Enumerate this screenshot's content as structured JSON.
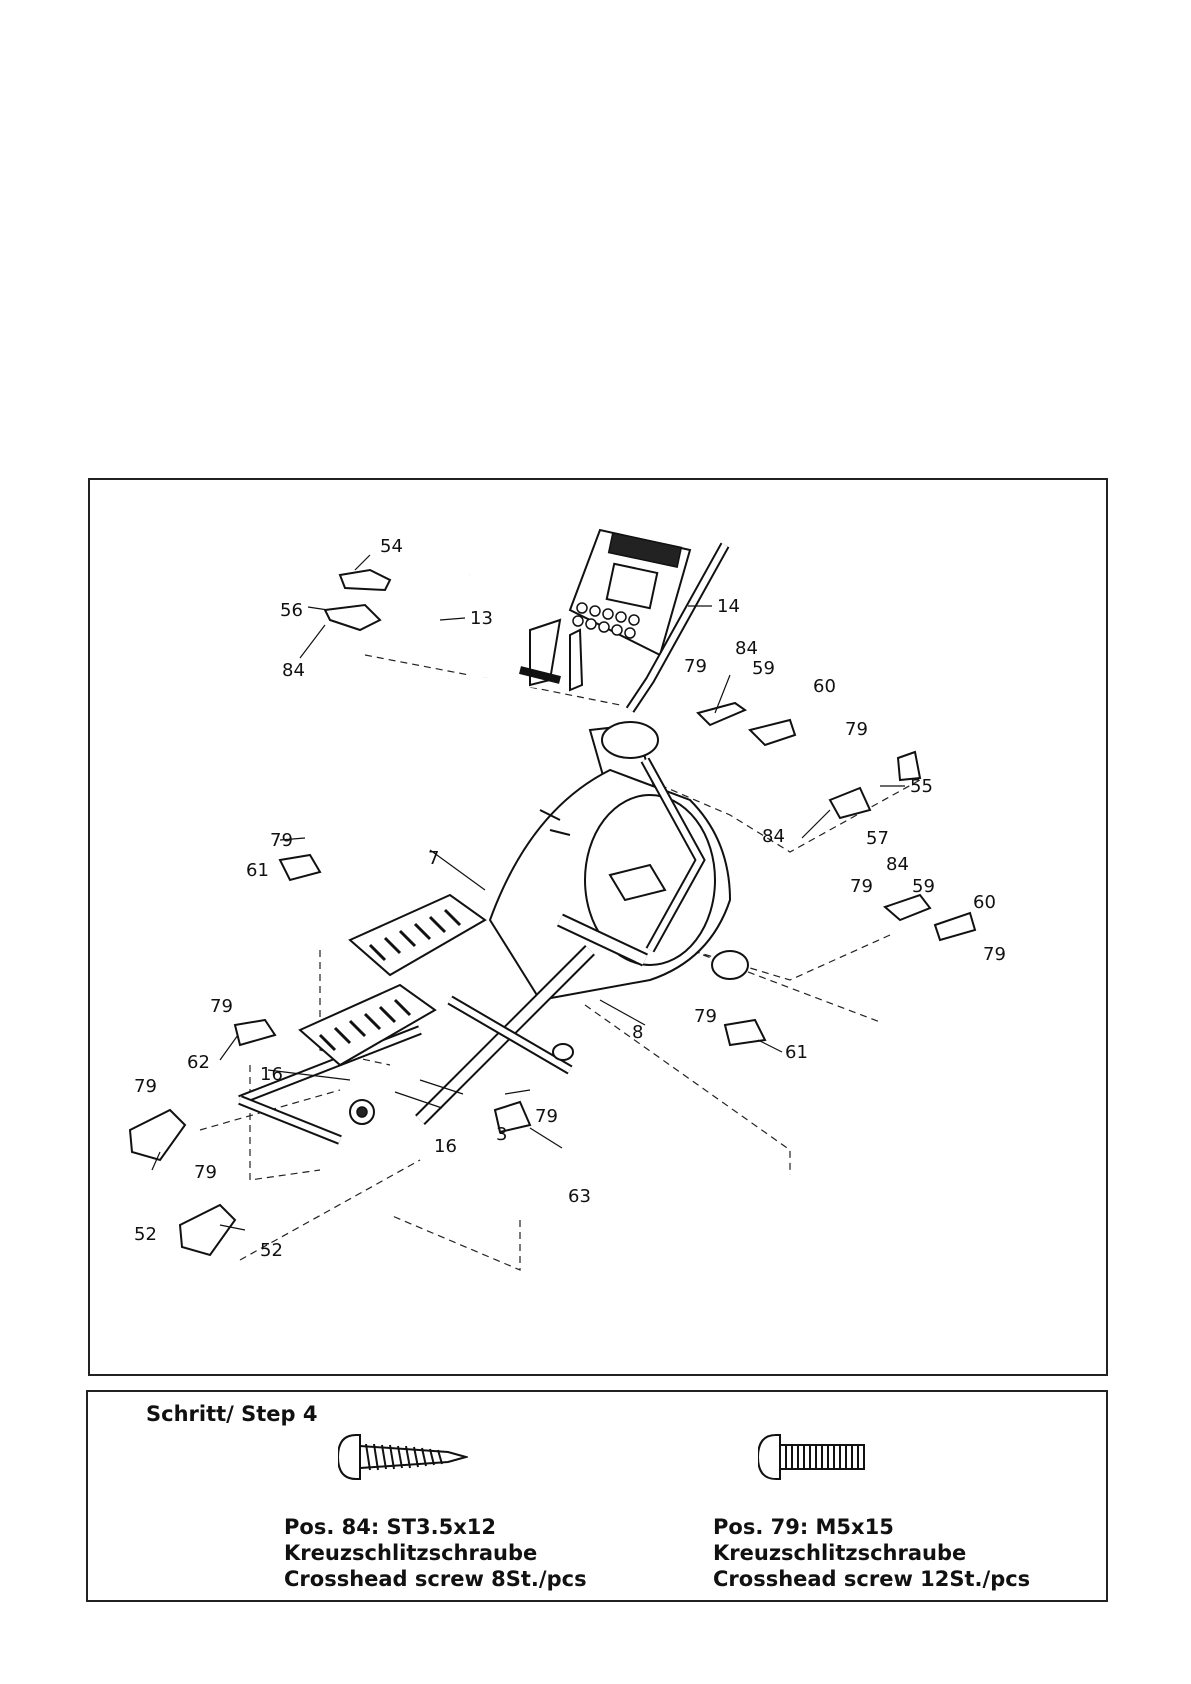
{
  "diagram": {
    "callouts": {
      "c54": "54",
      "c56": "56",
      "c84a": "84",
      "c13": "13",
      "c14": "14",
      "c84b": "84",
      "c79a": "79",
      "c59a": "59",
      "c60a": "60",
      "c79b": "79",
      "c55": "55",
      "c84c": "84",
      "c57": "57",
      "c79c": "79",
      "c61a": "61",
      "c7": "7",
      "c84d": "84",
      "c79d": "79",
      "c59b": "59",
      "c60b": "60",
      "c79e": "79",
      "c79f": "79",
      "c62": "62",
      "c8": "8",
      "c79g": "79",
      "c61b": "61",
      "c16a": "16",
      "c79h": "79",
      "c3": "3",
      "c16b": "16",
      "c79i": "79",
      "c79j": "79",
      "c63": "63",
      "c52a": "52",
      "c52b": "52"
    }
  },
  "step": {
    "title": "Schritt/ Step 4"
  },
  "parts": [
    {
      "position": "Pos. 84: ST3.5x12",
      "name_de": "Kreuzschlitzschraube",
      "name_en": "Crosshead screw 8St./pcs",
      "icon": "self-tapping-screw-icon"
    },
    {
      "position": "Pos. 79: M5x15",
      "name_de": "Kreuzschlitzschraube",
      "name_en": "Crosshead screw 12St./pcs",
      "icon": "machine-screw-icon"
    }
  ]
}
